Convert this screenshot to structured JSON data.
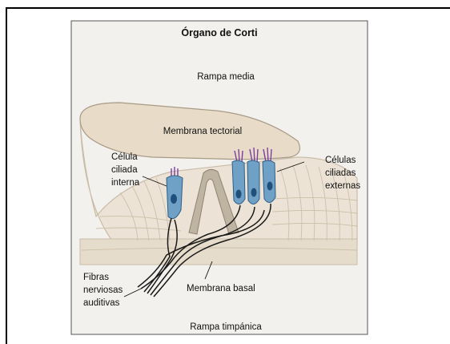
{
  "diagram": {
    "title": "Órgano de Corti",
    "labels": {
      "rampa_media": "Rampa media",
      "membrana_tectorial": "Membrana tectorial",
      "celula_ciliada_interna": [
        "Célula",
        "ciliada",
        "interna"
      ],
      "celulas_ciliadas_externas": [
        "Células",
        "ciliadas",
        "externas"
      ],
      "fibras_nerviosas": [
        "Fibras",
        "nerviosas",
        "auditivas"
      ],
      "membrana_basal": "Membrana basal",
      "rampa_timpanica": "Rampa timpánica"
    },
    "colors": {
      "background": "#f3f1ee",
      "tissue": "#ece3d6",
      "tissue_outline": "#cfc4b2",
      "tectorial": "#e8dcc9",
      "hair_cell": "#6fa0c6",
      "nucleus": "#1f4f7a",
      "stereocilia": "#7b3fa0",
      "nerve": "#1a1a1a"
    }
  }
}
